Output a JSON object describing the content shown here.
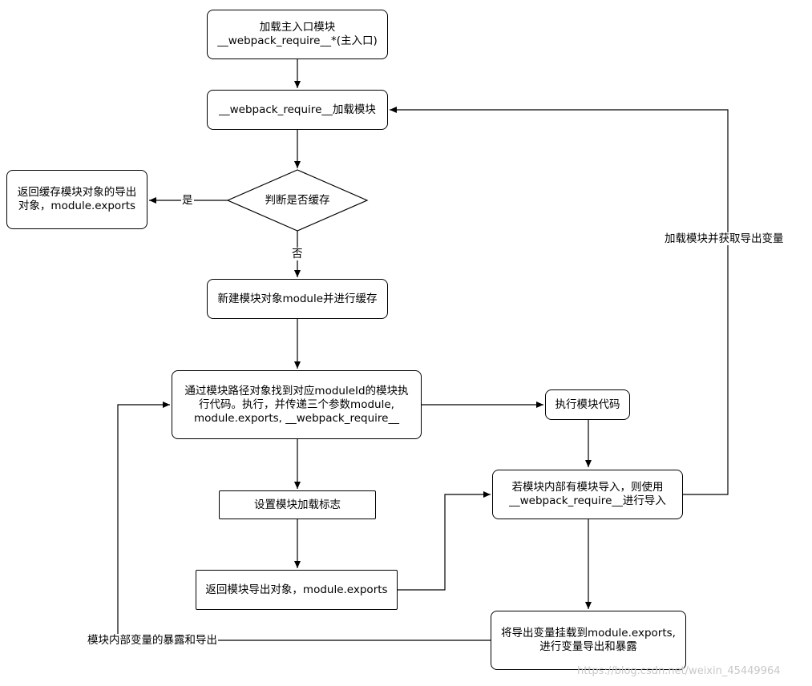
{
  "nodes": {
    "load_main": {
      "line1": "加载主入口模块",
      "line2": "__webpack_require__*(主入口)"
    },
    "require_load": "__webpack_require__加载模块",
    "is_cached": "判断是否缓存",
    "return_cache": {
      "line1": "返回缓存模块对象的导出",
      "line2": "对象，module.exports"
    },
    "new_module": "新建模块对象module并进行缓存",
    "exec_by_path": {
      "line1": "通过模块路径对象找到对应moduleId的模块执",
      "line2": "行代码。执行，并传递三个参数module,",
      "line3": "module.exports, __webpack_require__"
    },
    "exec_code": "执行模块代码",
    "set_flag": "设置模块加载标志",
    "return_exports": "返回模块导出对象，module.exports",
    "inner_import": {
      "line1": "若模块内部有模块导入，则使用",
      "line2": "__webpack_require__进行导入"
    },
    "mount_exports": {
      "line1": "将导出变量挂载到module.exports,",
      "line2": "进行变量导出和暴露"
    }
  },
  "edge_labels": {
    "yes": "是",
    "no": "否",
    "load_and_get": "加载模块并获取导出变量",
    "expose_export": "模块内部变量的暴露和导出"
  },
  "watermark": "https://blog.csdn.net/weixin_45449964"
}
